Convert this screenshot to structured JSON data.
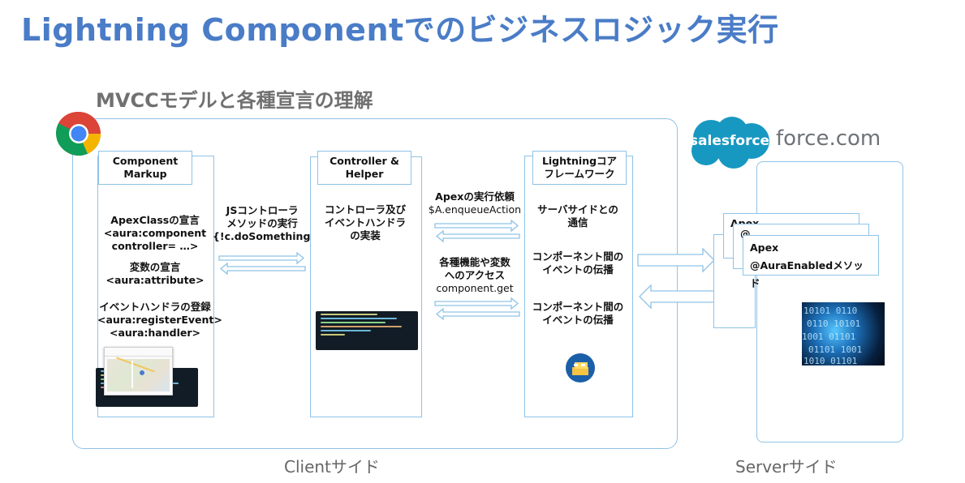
{
  "title": "Lightning Componentでのビジネスロジック実行",
  "subtitle": "MVCCモデルと各種宣言の理解",
  "brand": {
    "salesforce": "salesforce",
    "force": "force.com"
  },
  "columns": {
    "component": {
      "header": [
        "Component",
        "Markup"
      ],
      "lines": [
        "ApexClassの宣言",
        "<aura:component",
        "controller= …>",
        "変数の宣言",
        "<aura:attribute>",
        "イベントハンドラの登録",
        "<aura:registerEvent>",
        "<aura:handler>"
      ]
    },
    "controller": {
      "header": [
        "Controller &",
        "Helper"
      ],
      "lines": [
        "コントローラ及び",
        "イベントハンドラ",
        "の実装"
      ]
    },
    "core": {
      "header": [
        "Lightningコア",
        "フレームワーク"
      ],
      "lines": [
        "サーバサイドとの",
        "通信",
        "コンポーネント間の",
        "イベントの伝播",
        "コンポーネント間の",
        "イベントの伝播"
      ]
    }
  },
  "connectors": {
    "js": [
      "JSコントローラ",
      "メソッドの実行",
      "{!c.doSomething}"
    ],
    "apex": [
      "Apexの実行依頼",
      "$A.enqueueAction"
    ],
    "access": [
      "各種機能や変数",
      "へのアクセス",
      "component.get"
    ]
  },
  "server": {
    "card_label": "Apex",
    "card_method": "@AuraEnabledメソッド",
    "back_label": "Apex",
    "back_glyph": "@"
  },
  "footer": {
    "client": "Clientサイド",
    "server": "Serverサイド"
  },
  "colors": {
    "title": "#4a7cc7",
    "frame": "#8fc3e6",
    "salesforce": "#1798c1"
  }
}
